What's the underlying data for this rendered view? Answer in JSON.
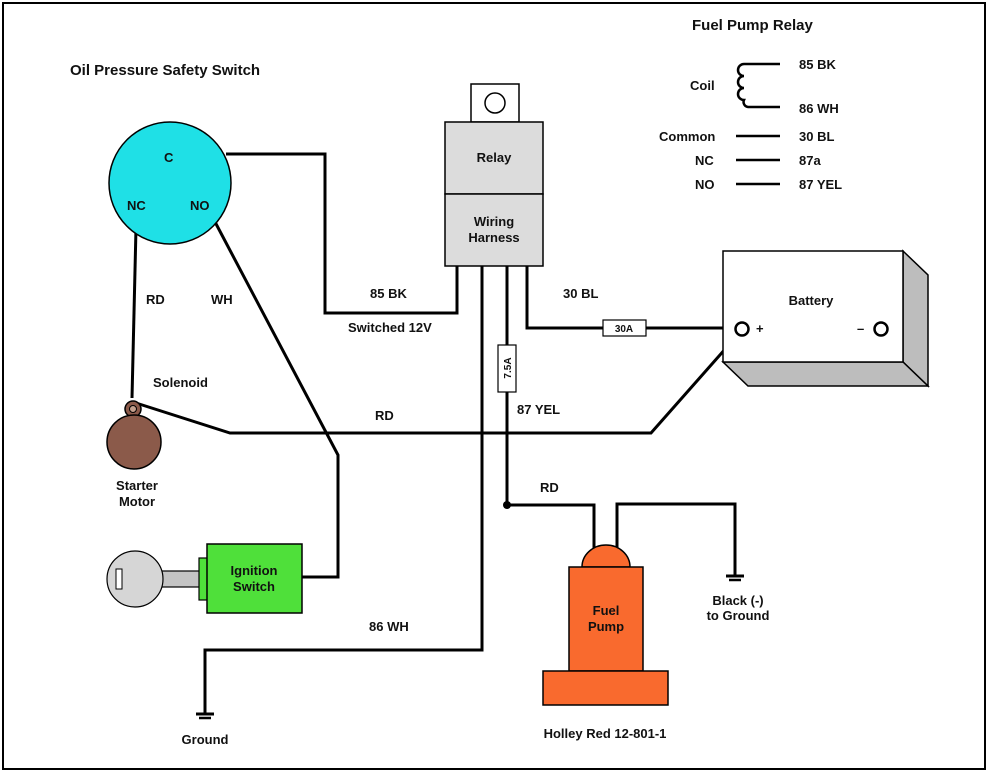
{
  "titles": {
    "oil_pressure": "Oil Pressure Safety Switch",
    "fuel_pump_relay": "Fuel Pump Relay"
  },
  "legend": {
    "coil": "Coil",
    "common": "Common",
    "nc": "NC",
    "no": "NO",
    "pin_85": "85 BK",
    "pin_86": "86 WH",
    "pin_30": "30 BL",
    "pin_87a": "87a",
    "pin_87": "87 YEL"
  },
  "oil_switch": {
    "c": "C",
    "nc": "NC",
    "no": "NO"
  },
  "relay": {
    "relay_label": "Relay",
    "harness_line1": "Wiring",
    "harness_line2": "Harness"
  },
  "battery": {
    "label": "Battery",
    "plus": "+",
    "minus": "–"
  },
  "wires": {
    "rd_left": "RD",
    "wh": "WH",
    "bk_85": "85 BK",
    "switched": "Switched 12V",
    "bl_30": "30 BL",
    "rd_mid": "RD",
    "yel_87": "87 YEL",
    "rd_pump": "RD",
    "wh_86": "86 WH"
  },
  "fuses": {
    "main": "30A",
    "pump": "7.5A"
  },
  "components": {
    "solenoid": "Solenoid",
    "starter_line1": "Starter",
    "starter_line2": "Motor",
    "ignition_line1": "Ignition",
    "ignition_line2": "Switch",
    "pump_line1": "Fuel",
    "pump_line2": "Pump",
    "pump_model": "Holley Red 12-801-1",
    "ground": "Ground",
    "black_line1": "Black (-)",
    "black_line2": "to Ground"
  },
  "colors": {
    "oil_switch": "#1fe0e6",
    "relay_body": "#dcdcdc",
    "battery_top": "#ffffff",
    "battery_side": "#bdbdbd",
    "starter": "#8b5a4a",
    "ignition": "#4fe03a",
    "fuel_pump": "#f96a2e",
    "key": "#c4c4c4"
  }
}
